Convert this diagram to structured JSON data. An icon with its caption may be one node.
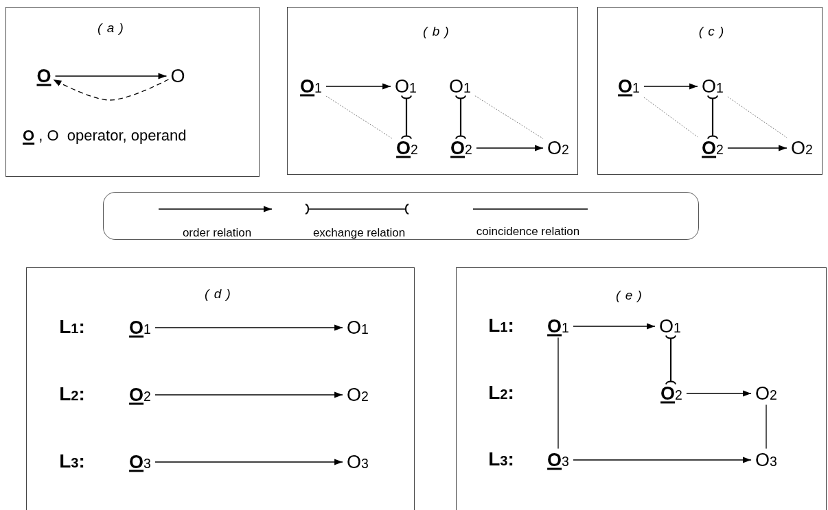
{
  "diagram": {
    "nodes": [
      {
        "text": [
          "( a )"
        ]
      },
      {
        "text": [
          "**O**"
        ],
        "in": 0
      },
      {
        "text": [
          "O"
        ],
        "in": 0
      },
      {
        "text": [
          "( b )"
        ]
      },
      {
        "text": [
          "**O**$_{1}$"
        ],
        "in": 3
      },
      {
        "text": [
          "O$_{1}$"
        ],
        "in": 3
      },
      {
        "text": [
          "O$_{1}$"
        ],
        "in": 3
      },
      {
        "text": [
          "**O**$_{2}$"
        ],
        "in": 3
      },
      {
        "text": [
          "**O**$_{2}$"
        ],
        "in": 3
      },
      {
        "text": [
          "O$_{2}$"
        ],
        "in": 3
      },
      {
        "text": [
          "( c )"
        ]
      },
      {
        "text": [
          "**O**$_{1}$"
        ],
        "in": 10
      },
      {
        "text": [
          "O$_{1}$"
        ],
        "in": 10
      },
      {
        "text": [
          "**O**$_{2}$"
        ],
        "in": 10
      },
      {
        "text": [
          "O$_{2}$"
        ],
        "in": 10
      },
      {
        "text": [
          "( d )"
        ]
      },
      {
        "text": [
          "**O**$_{1}$"
        ],
        "in": 15
      },
      {
        "text": [
          "O$_{1}$"
        ],
        "in": 15
      },
      {
        "text": [
          "**O**$_{2}$"
        ],
        "in": 15
      },
      {
        "text": [
          "O$_{2}$"
        ],
        "in": 15
      },
      {
        "text": [
          "**O**$_{3}$"
        ],
        "in": 15
      },
      {
        "text": [
          "O$_{3}$"
        ],
        "in": 15
      },
      {
        "text": [
          "( e )"
        ]
      },
      {
        "text": [
          "**O**$_{1}$"
        ],
        "in": 22
      },
      {
        "text": [
          "O$_{1}$"
        ],
        "in": 22
      },
      {
        "text": [
          "**O**$_{2}$"
        ],
        "in": 22
      },
      {
        "text": [
          "O$_{2}$"
        ],
        "in": 22
      },
      {
        "text": [
          "**O**$_{3}$"
        ],
        "in": 22
      },
      {
        "text": [
          "O$_{3}$"
        ],
        "in": 22
      }
    ],
    "edges": [
      {
        "from": 1,
        "to": 2,
        "arrow": "to"
      },
      {
        "from": 2,
        "to": 1,
        "arrow": "to",
        "style": "dashed"
      },
      {
        "from": 4,
        "to": 5,
        "arrow": "to"
      },
      {
        "from": 5,
        "to": 7,
        "arrow": "other"
      },
      {
        "from": 4,
        "to": 7,
        "arrow": "none",
        "style": "dashed",
        "color": "#808080"
      },
      {
        "from": 6,
        "to": 8,
        "arrow": "other"
      },
      {
        "from": 8,
        "to": 9,
        "arrow": "to"
      },
      {
        "from": 6,
        "to": 9,
        "arrow": "none",
        "style": "dashed",
        "color": "#808080"
      },
      {
        "from": 11,
        "to": 12,
        "arrow": "to"
      },
      {
        "from": 12,
        "to": 13,
        "arrow": "other"
      },
      {
        "from": 11,
        "to": 13,
        "arrow": "none",
        "style": "dashed",
        "color": "#808080"
      },
      {
        "from": 12,
        "to": 14,
        "arrow": "none",
        "style": "dashed",
        "color": "#808080"
      },
      {
        "from": 13,
        "to": 14,
        "arrow": "to"
      },
      {
        "from": 16,
        "to": 17,
        "arrow": "to"
      },
      {
        "from": 18,
        "to": 19,
        "arrow": "to"
      },
      {
        "from": 20,
        "to": 21,
        "arrow": "to"
      },
      {
        "from": 23,
        "to": 24,
        "arrow": "to"
      },
      {
        "from": 24,
        "to": 25,
        "arrow": "other"
      },
      {
        "from": 25,
        "to": 26,
        "arrow": "to"
      },
      {
        "from": 23,
        "to": 27,
        "arrow": "none"
      },
      {
        "from": 26,
        "to": 28,
        "arrow": "none"
      },
      {
        "from": 27,
        "to": 28,
        "arrow": "to"
      }
    ],
    "labels": [
      "**O** , O  operator, operand",
      "L$_{1}$:",
      "L$_{2}$:",
      "L$_{3}$:",
      "L$_{1}$:",
      "L$_{2}$:",
      "L$_{3}$:"
    ],
    "legend": [
      {
        "text": "order relation"
      },
      {
        "text": "exchange relation"
      },
      {
        "text": "coincidence relation"
      }
    ]
  }
}
